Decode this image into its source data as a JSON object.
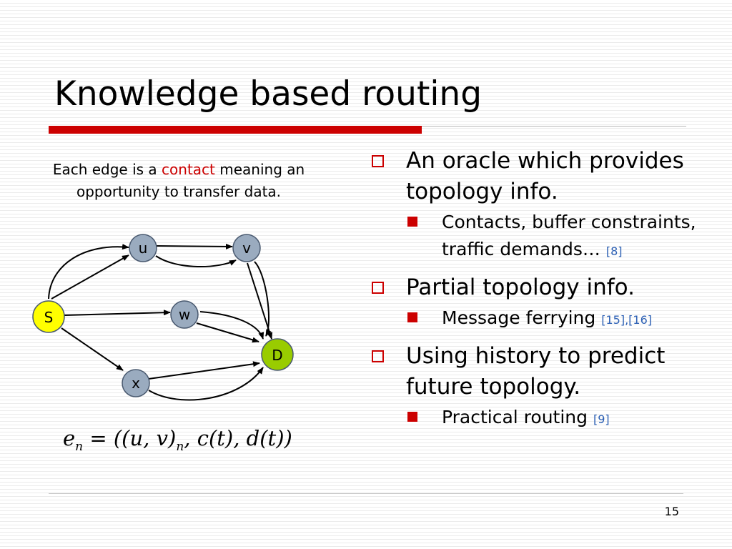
{
  "slide": {
    "title": "Knowledge based routing",
    "caption_pre": "Each edge is a ",
    "caption_accent": "contact",
    "caption_post": " meaning an opportunity to transfer data.",
    "page_number": "15",
    "accent_color": "#cc0000",
    "ref_color": "#2b5fb4"
  },
  "graph": {
    "nodes": {
      "S": "S",
      "u": "u",
      "v": "v",
      "w": "w",
      "x": "x",
      "D": "D"
    },
    "source_color": "#ffff00",
    "dest_color": "#99cc00",
    "node_color": "#9aabbf"
  },
  "formula": {
    "e": "e",
    "sub_n1": "n",
    "mid": " = ((u, v)",
    "sub_n2": "n",
    "tail": ", c(t), d(t))"
  },
  "bullets": [
    {
      "text": "An oracle which provides topology info.",
      "sub": [
        {
          "text": "Contacts, buffer constraints, traffic demands… ",
          "ref": "[8]"
        }
      ]
    },
    {
      "text": "Partial topology info.",
      "sub": [
        {
          "text": "Message ferrying ",
          "ref": "[15],[16]"
        }
      ]
    },
    {
      "text": "Using history to predict future topology.",
      "sub": [
        {
          "text": "Practical routing ",
          "ref": "[9]"
        }
      ]
    }
  ]
}
